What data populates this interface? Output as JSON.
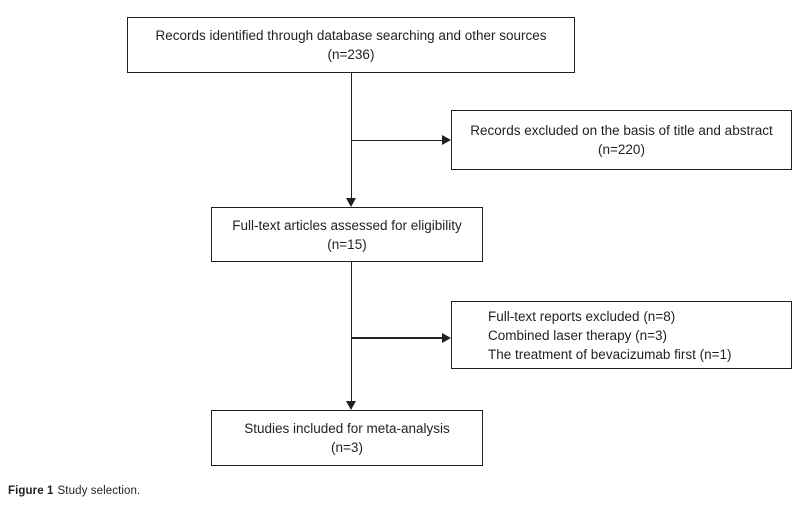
{
  "figure_caption": {
    "label": "Figure 1",
    "text": "Study selection."
  },
  "colors": {
    "line": "#231f20",
    "text": "#231f20",
    "background": "#ffffff"
  },
  "flowchart": {
    "nodes": {
      "identified": {
        "line1": "Records identified through database searching and other sources",
        "line2": "(n=236)"
      },
      "excluded_abstract": {
        "line1": "Records excluded on the basis of title and abstract",
        "line2": "(n=220)"
      },
      "assessed": {
        "line1": "Full-text articles assessed for eligibility",
        "line2": "(n=15)"
      },
      "excluded_fulltext": {
        "line1": "Full-text reports excluded (n=8)",
        "line2": "Combined laser therapy (n=3)",
        "line3": "The treatment of bevacizumab first (n=1)"
      },
      "included": {
        "line1": "Studies included for meta-analysis",
        "line2": "(n=3)"
      }
    }
  }
}
